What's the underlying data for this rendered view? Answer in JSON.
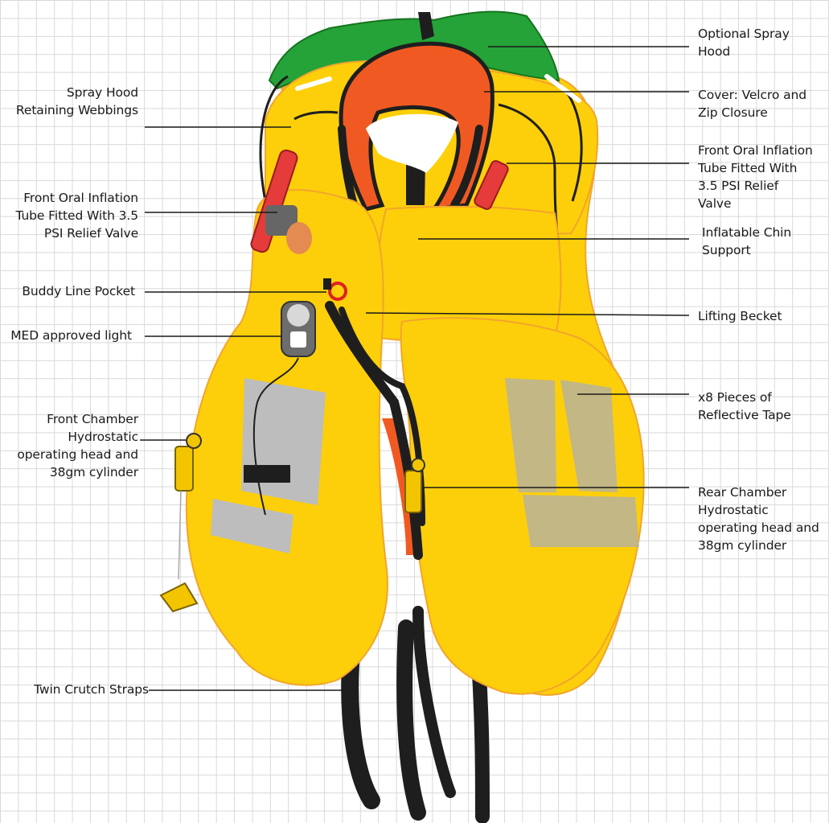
{
  "diagram": {
    "colors": {
      "vest": "#fccf0a",
      "vest_outline": "#f2a52b",
      "collar": "#f05a22",
      "hood": "#25a338",
      "strap": "#1e1e1e",
      "reflective_tape": "#b9b39b",
      "gray_panel": "#bdbdbd",
      "grid": "#d9d9d9"
    },
    "labels": {
      "spray_hood_webbings": "Spray Hood\nRetaining Webbings",
      "front_oral_left": "Front Oral Inflation\nTube Fitted With 3.5\nPSI Relief Valve",
      "buddy_line_pocket": "Buddy Line Pocket",
      "med_light": "MED approved light",
      "front_chamber": "Front Chamber\nHydrostatic\noperating head and\n38gm cylinder",
      "twin_crutch": "Twin Crutch Straps",
      "optional_hood": "Optional Spray\nHood",
      "cover": "Cover: Velcro and\nZip Closure",
      "front_oral_right": "Front Oral Inflation\nTube Fitted With\n3.5 PSI  Relief\nValve",
      "chin_support": "Inflatable Chin\nSupport",
      "lifting_becket": "Lifting Becket",
      "reflective_tape": "x8 Pieces of\nReflective Tape",
      "rear_chamber": "Rear Chamber\nHydrostatic\noperating head and\n38gm cylinder"
    }
  }
}
